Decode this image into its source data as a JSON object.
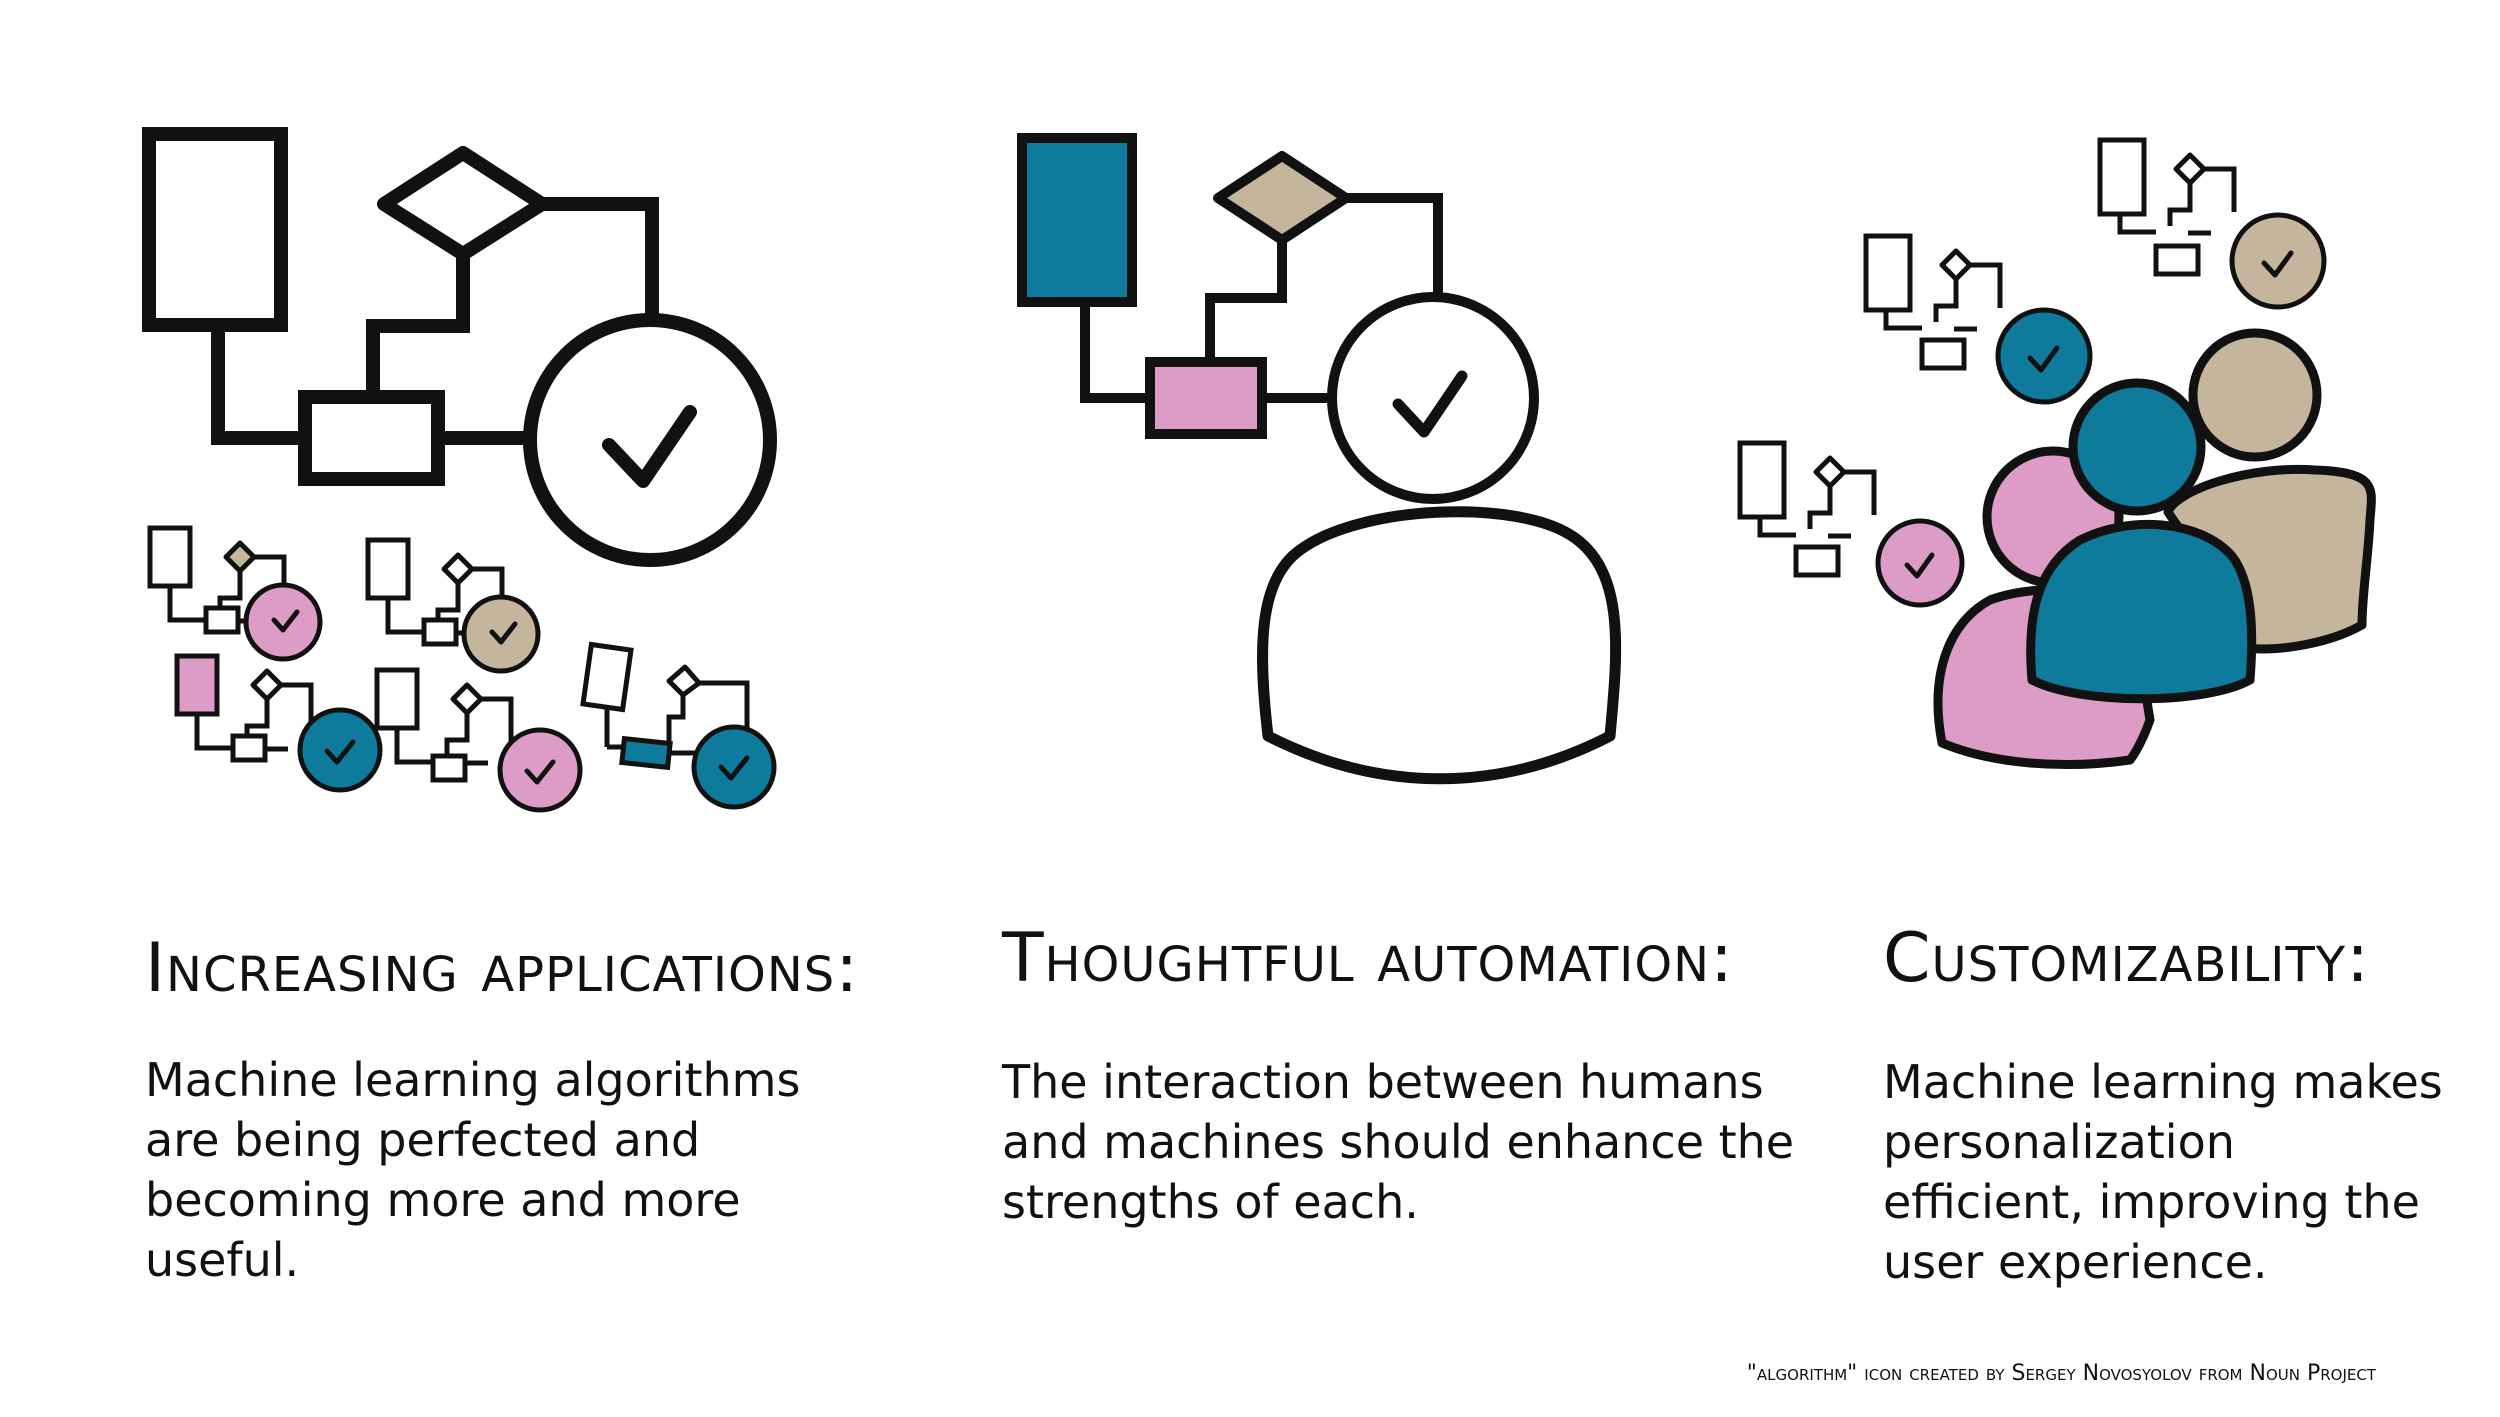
{
  "colors": {
    "black": "#111111",
    "teal": "#0e7a9c",
    "pink": "#dd9cc6",
    "tan": "#c4b59c",
    "white": "#ffffff"
  },
  "icons": {
    "panel1_main": "algorithm-flowchart-icon",
    "panel1_small": "small-algorithm-icon",
    "panel2": "algorithm-with-person-icon",
    "panel3": "group-of-people-with-algorithms-icon"
  },
  "columns": [
    {
      "title": "Increasing applications:",
      "description": "Machine learning algorithms are being perfected and becoming more and more useful."
    },
    {
      "title": "Thoughtful automation:",
      "description": "The interaction between humans and machines should enhance the strengths of each."
    },
    {
      "title": "Customizability:",
      "description": "Machine learning makes personalization efficient, improving the user experience."
    }
  ],
  "credit": "\"algorithm\" icon created by Sergey Novosyolov from Noun Project"
}
